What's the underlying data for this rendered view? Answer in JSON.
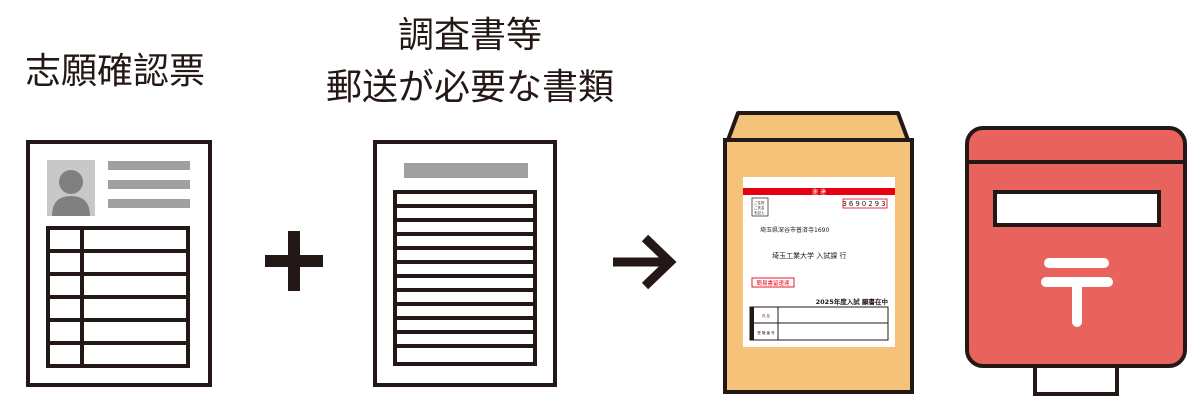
{
  "application_form_label": "志願確認票",
  "required_documents_label_line1": "調査書等",
  "required_documents_label_line2": "郵送が必要な書類",
  "envelope": {
    "header_text": "速 達",
    "postal_code": "3690293",
    "sender_lines": [
      "ご住所",
      "ご氏名",
      "を記入"
    ],
    "address": "埼玉県深谷市普済寺1690",
    "recipient": "埼玉工業大学 入試課 行",
    "stamp_text": "簡易書留速達",
    "exam_title": "2025年度入試 願書在中",
    "form_row1": "氏 名",
    "form_row2": "受 験 番 号"
  },
  "mailbox_symbol": "〒",
  "colors": {
    "line": "#231815",
    "envelope": "#f5c27a",
    "mailbox": "#e8635d",
    "red": "#e60012",
    "gray": "#a0a0a0"
  }
}
